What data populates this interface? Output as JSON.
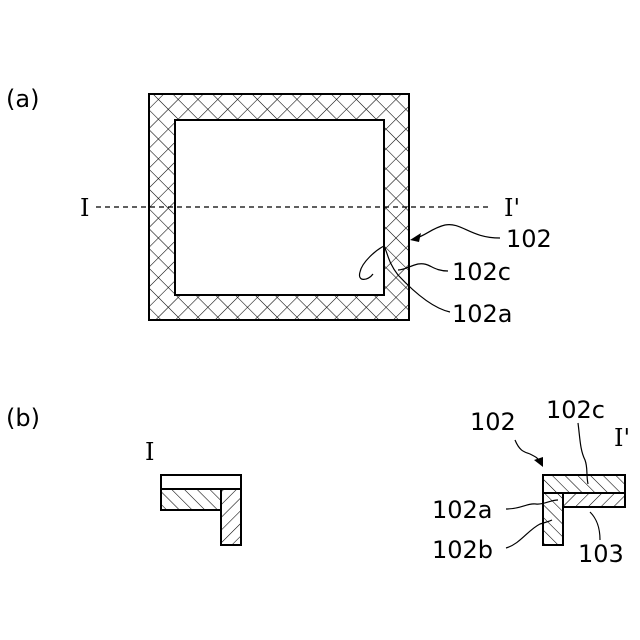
{
  "panel_a": {
    "tag": "(a)",
    "section_start": "I",
    "section_end": "I'",
    "label_whole": "102",
    "label_cover": "102c",
    "label_inner": "102a"
  },
  "panel_b": {
    "tag": "(b)",
    "section_start": "I",
    "section_end": "I'",
    "label_whole": "102",
    "label_cover": "102c",
    "label_inner": "102a",
    "label_vertical": "102b",
    "label_substrate": "103"
  }
}
